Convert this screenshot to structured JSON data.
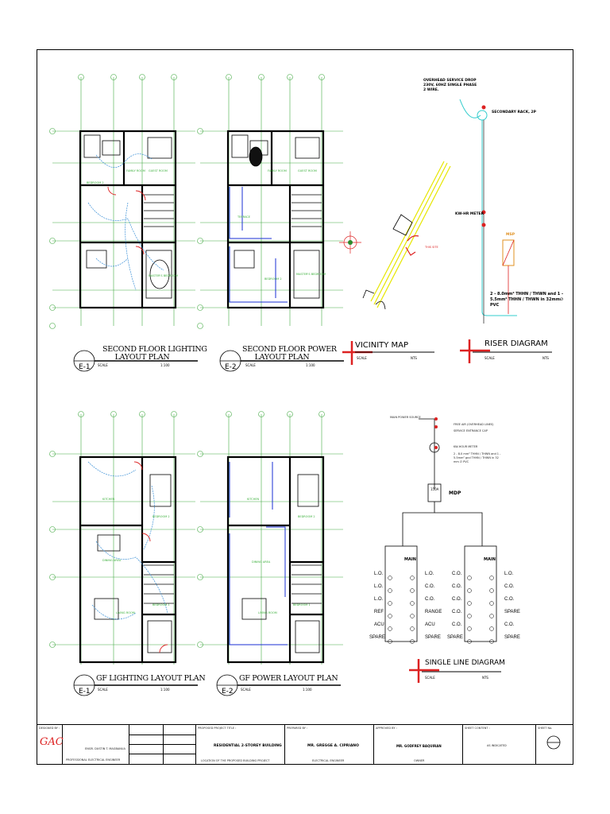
{
  "plans": {
    "second_floor_lighting": {
      "title_line1": "SECOND FLOOR LIGHTING",
      "title_line2": "LAYOUT PLAN",
      "code": "E-1",
      "scale_label": "SCALE",
      "scale_value": "1:100"
    },
    "second_floor_power": {
      "title_line1": "SECOND FLOOR POWER",
      "title_line2": "LAYOUT PLAN",
      "code": "E-2",
      "scale_label": "SCALE",
      "scale_value": "1:100"
    },
    "gf_lighting": {
      "title_line1": "GF LIGHTING LAYOUT PLAN",
      "code": "E-1",
      "scale_label": "SCALE",
      "scale_value": "1:100"
    },
    "gf_power": {
      "title_line1": "GF POWER LAYOUT PLAN",
      "code": "E-2",
      "scale_label": "SCALE",
      "scale_value": "1:100"
    }
  },
  "rooms": {
    "family_room": "FAMILY ROOM",
    "guest_room": "GUEST ROOM",
    "bedroom_2": "BEDROOM 2",
    "masters_bedroom": "MASTER'S BEDROOM",
    "terrace": "TERRACE",
    "kitchen": "KITCHEN",
    "dining_area": "DINING AREA",
    "living_room": "LIVING ROOM",
    "bedroom_1": "BEDROOM 1"
  },
  "vicinity": {
    "title": "VICINITY MAP",
    "scale_label": "SCALE",
    "scale_value": "NTS",
    "location_note": "THIS SITE"
  },
  "riser": {
    "title": "RISER DIAGRAM",
    "scale_label": "SCALE",
    "scale_value": "NTS",
    "service_drop": "OVERHEAD SERVICE DROP 230V, 60HZ SINGLE PHASE 2 WIRE.",
    "secondary_rack": "SECONDARY RACK, 2P",
    "kwh_meter": "KW-HR METER",
    "msp": "MSP",
    "wire_spec": "2 - 8.0mm² THHN / THWN and 1 - 5.5mm² THHN / THWN in 32mm∅ PVC"
  },
  "single_line": {
    "title": "SINGLE LINE DIAGRAM",
    "scale_label": "SCALE",
    "scale_value": "NTS",
    "main_power_source": "MAIN POWER SOURCE",
    "free_air": "FREE AIR (OVERHEAD LINES)",
    "service_entrance_cap": "SERVICE ENTRANCE CAP",
    "kwh_hour_meter": "KW-HOUR METER",
    "feeder_spec": "2 - 8.0 mm² THHN / THWN and 1 - 5.5mm² gnd THHN / THWN in 32 mm ∅ PVC",
    "mdp": "MDP",
    "mdp_rating": "150A",
    "panel_a": {
      "main": "MAIN",
      "left": [
        "L.O.",
        "L.O.",
        "L.O.",
        "REF",
        "ACU",
        "SPARE"
      ],
      "right": [
        "L.O.",
        "C.O.",
        "C.O.",
        "RANGE",
        "ACU",
        "SPARE"
      ]
    },
    "panel_b": {
      "main": "MAIN",
      "left": [
        "C.O.",
        "C.O.",
        "C.O.",
        "C.O.",
        "C.O.",
        "SPARE"
      ],
      "right": [
        "L.O.",
        "C.O.",
        "C.O.",
        "SPARE",
        "C.O.",
        "SPARE"
      ]
    }
  },
  "title_block": {
    "designed_by": "DESIGNED BY :",
    "logo_text": "GAC",
    "engineer_name": "ENGR. DUSTIN T. MAGBANUA",
    "engineer_title": "PROFESSIONAL ELECTRICAL ENGINEER",
    "proposed_title_label": "PROPOSED PROJECT TITLE :",
    "project_title": "RESIDENTIAL 2-STOREY BUILDING",
    "project_location": "LOCATION OF THE PROPOSED BUILDING PROJECT",
    "prepared_by_label": "PREPARED BY :",
    "prepared_by": "MR. GREGGE A. CIPRIANO",
    "prepared_note": "ELECTRICAL ENGINEER",
    "approved_by_label": "APPROVED BY :",
    "approved_by": "MR. GODFREY BAQUIRAN",
    "approved_note": "OWNER",
    "sheet_content_label": "SHEET CONTENT :",
    "sheet_content": "AS INDICATED",
    "sheet_no_label": "SHEET No."
  }
}
